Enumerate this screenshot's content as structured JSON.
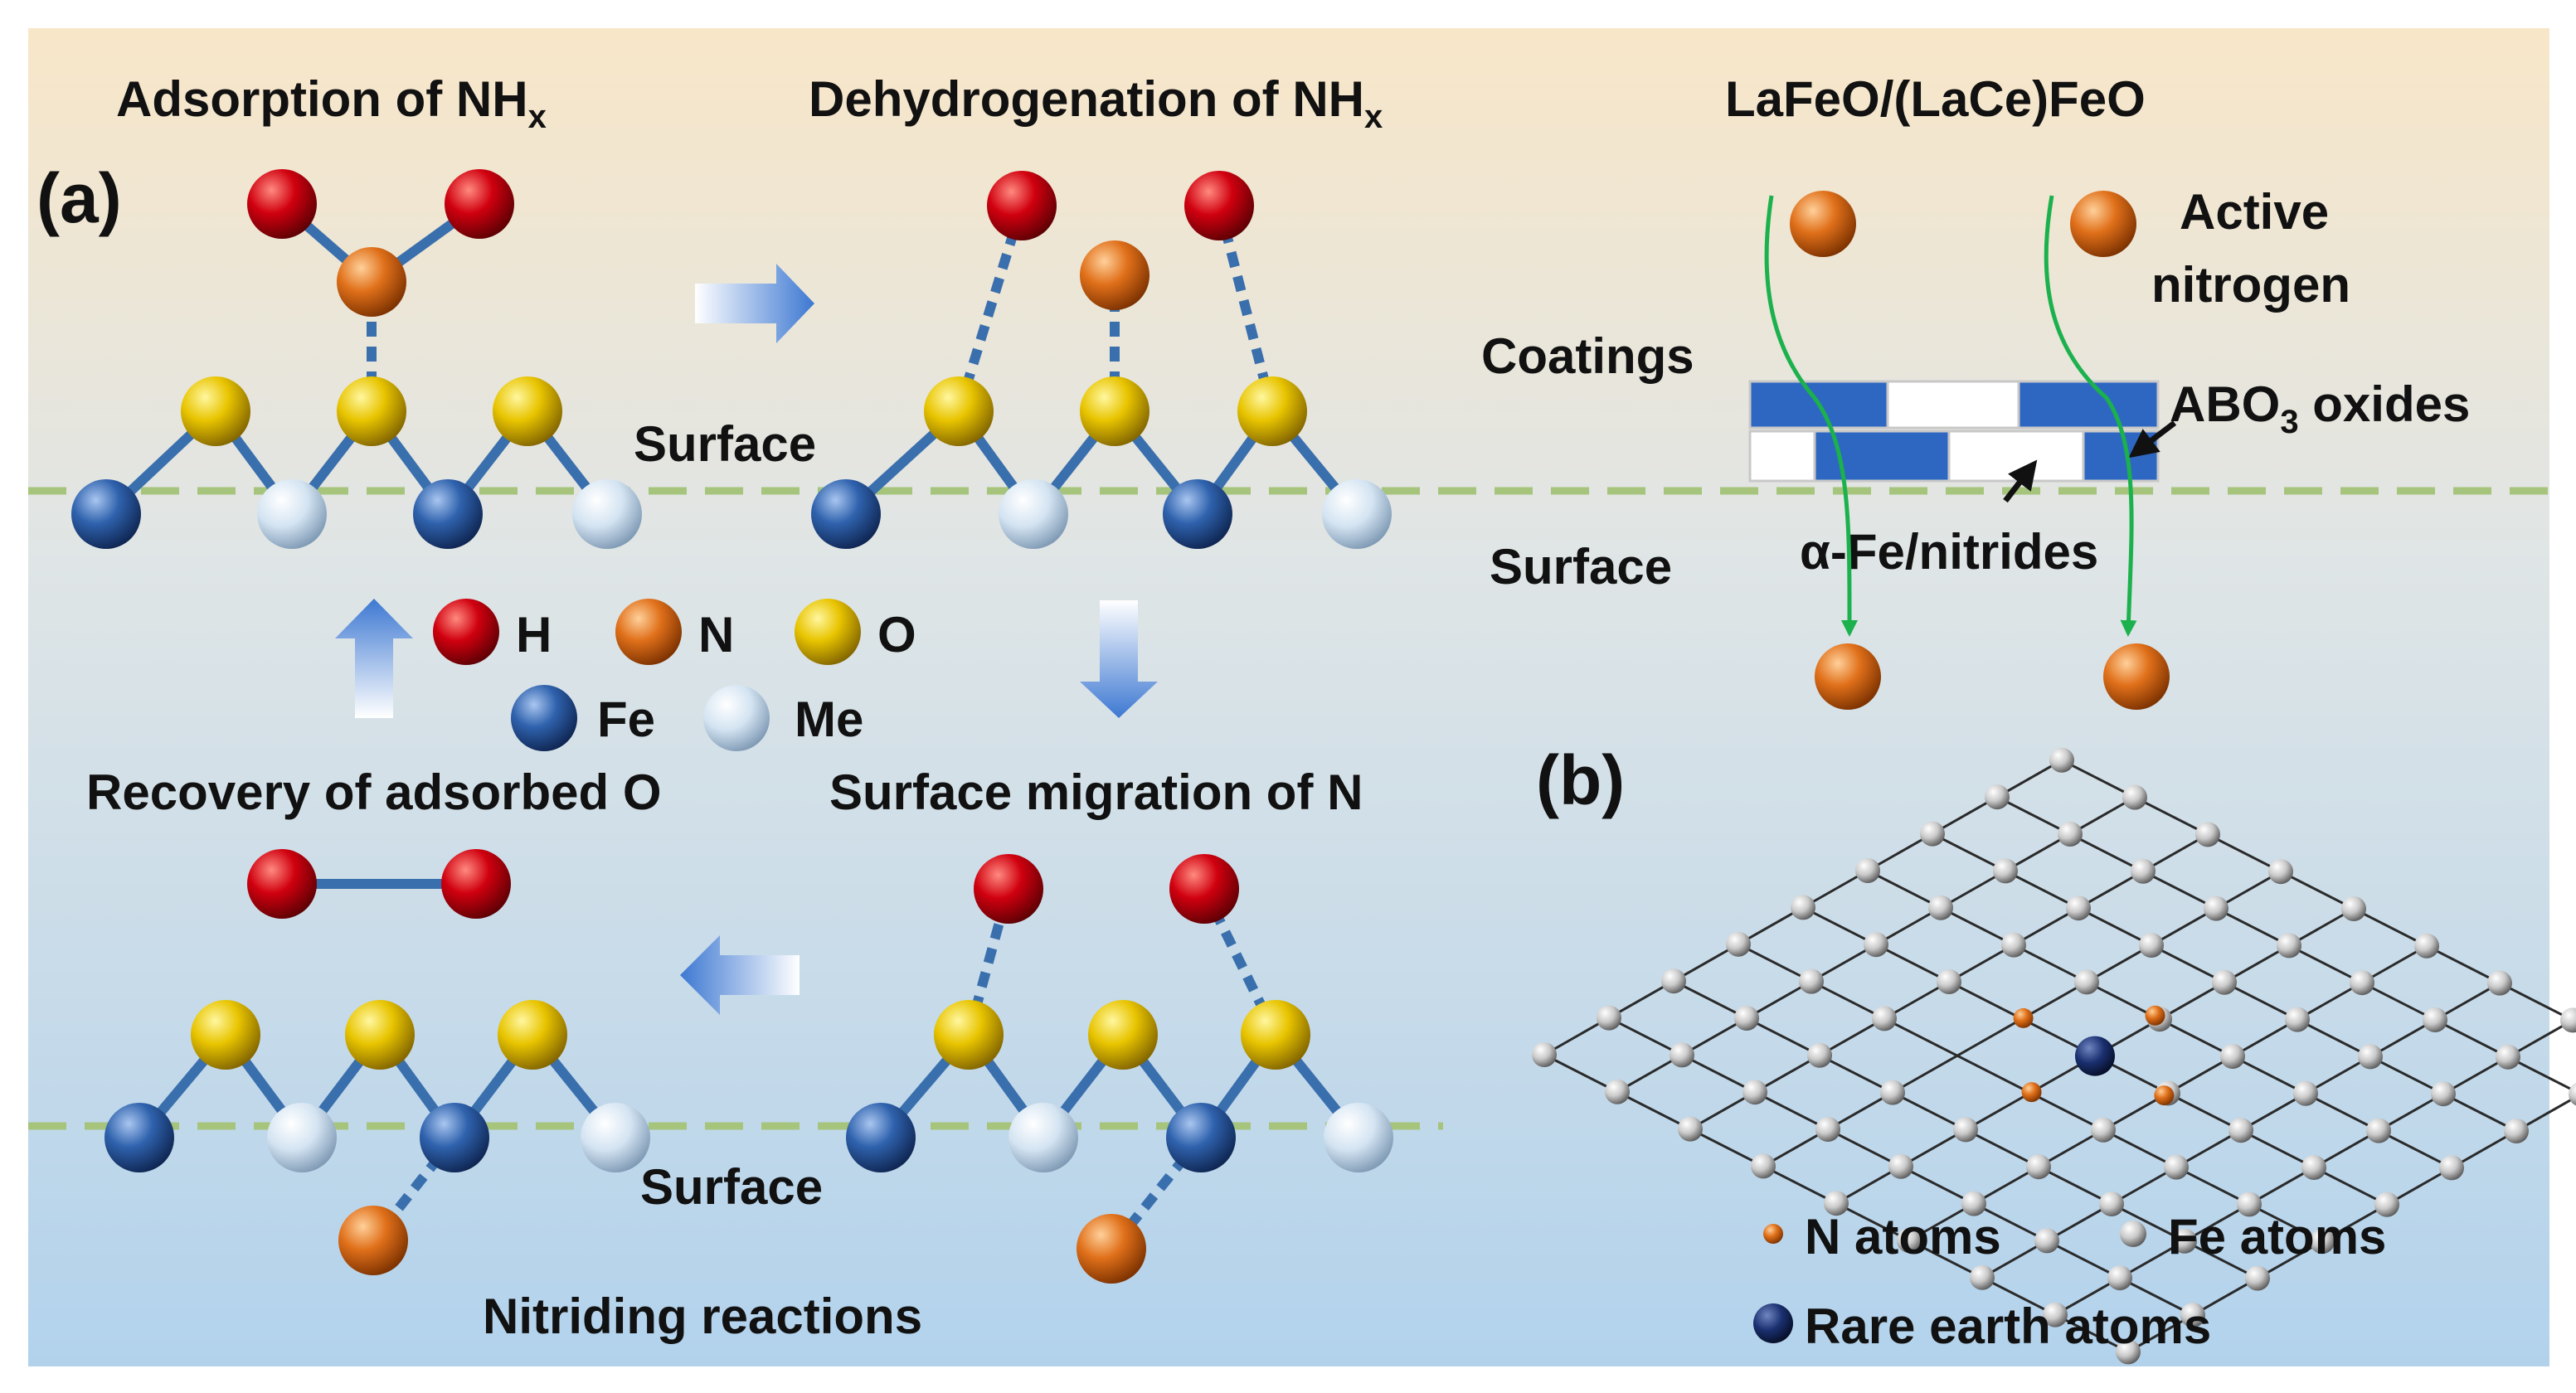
{
  "panel_labels": {
    "a": "(a)",
    "b": "(b)"
  },
  "headings": {
    "adsorption_prefix": "Adsorption of NH",
    "adsorption_sub": "x",
    "dehydrogenation_prefix": "Dehydrogenation of NH",
    "dehydrogenation_sub": "x",
    "recovery": "Recovery of adsorbed O",
    "migration": "Surface migration of N",
    "nitriding": "Nitriding reactions",
    "lafeo": "LaFeO/(LaCe)FeO"
  },
  "surface_labels": {
    "top_left": "Surface",
    "bottom_left": "Surface",
    "right": "Surface"
  },
  "legend_a": {
    "H": "H",
    "N": "N",
    "O": "O",
    "Fe": "Fe",
    "Me": "Me"
  },
  "coating_panel": {
    "coatings": "Coatings",
    "active_line1": "Active",
    "active_line2": "nitrogen",
    "abo_prefix": "ABO",
    "abo_sub": "3",
    "abo_suffix": " oxides",
    "alpha_fe": "α-Fe/nitrides"
  },
  "legend_b": {
    "n_atoms": "N atoms",
    "fe_atoms": "Fe atoms",
    "rare_earth": "Rare earth atoms"
  },
  "colors": {
    "H": "#c4000c",
    "N": "#dd6a14",
    "O": "#e6c200",
    "Fe": "#2b5ea8",
    "Me": "#c6dcee",
    "bond": "#3a6fad",
    "surface_line": "#a6c47c",
    "flux": "#1bb14c",
    "coating_blue": "#2e67c2",
    "rare_earth": "#13275a",
    "bg_top": "#f8e6c8",
    "bg_bottom": "#b2d2ec"
  }
}
